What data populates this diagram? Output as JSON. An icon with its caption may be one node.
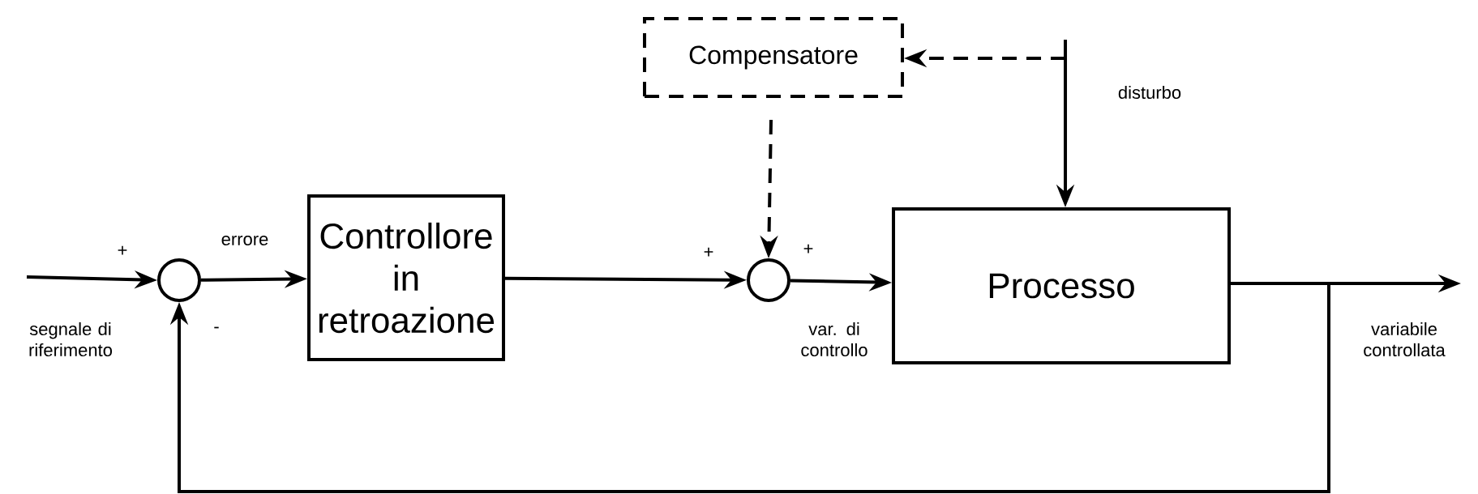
{
  "diagram": {
    "nodes": [
      {
        "text": [
          "Compensatore"
        ]
      },
      {
        "text": [],
        "shape": "circle"
      },
      {
        "text": [
          "Controllore in retroazione"
        ]
      },
      {
        "text": [],
        "shape": "circle"
      },
      {
        "text": [
          "Processo"
        ]
      }
    ],
    "edges": [
      {
        "from": null,
        "to": 1,
        "arrow": "to",
        "label": "segnale di riferimento"
      },
      {
        "from": 1,
        "to": 2,
        "arrow": "to",
        "label": "errore"
      },
      {
        "from": 2,
        "to": 3,
        "arrow": "to"
      },
      {
        "from": 0,
        "to": 3,
        "arrow": "to",
        "style": "dashed"
      },
      {
        "from": 3,
        "to": 4,
        "arrow": "to",
        "label": "var. di controllo"
      },
      {
        "from": null,
        "to": 4,
        "arrow": "to",
        "label": "disturbo"
      },
      {
        "from": null,
        "to": 0,
        "arrow": "to",
        "style": "dashed"
      },
      {
        "from": 4,
        "to": null,
        "arrow": "to",
        "label": "variabile controllata"
      },
      {
        "from": 4,
        "to": 1,
        "arrow": "to"
      }
    ],
    "labels": [
      "+",
      "-",
      "+",
      "+"
    ]
  }
}
